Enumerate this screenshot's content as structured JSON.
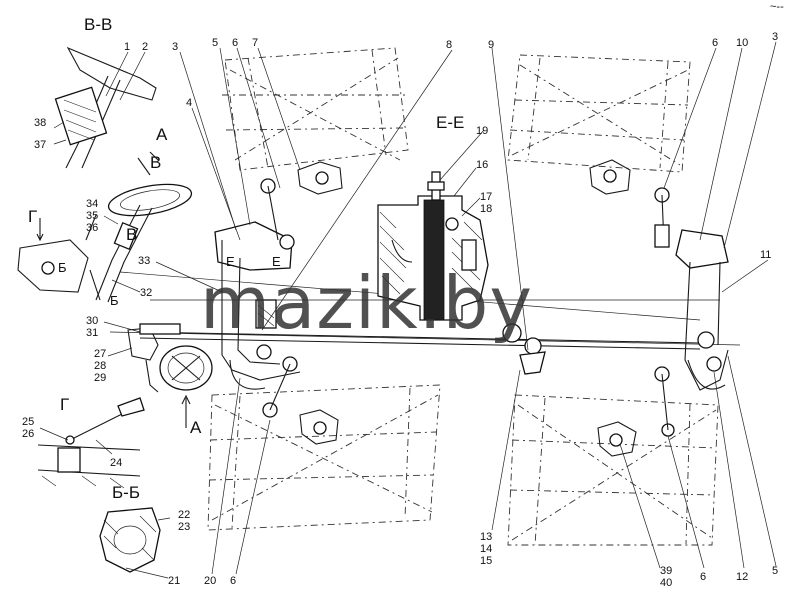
{
  "corner_mark": "~--",
  "watermark": "mazik.by",
  "sections": {
    "vv": "В-В",
    "ee": "Е-Е",
    "bb": "Б-Б",
    "g": "Г",
    "a_top": "А",
    "a_bottom": "А",
    "v_mark": "В",
    "v_label": "В",
    "g_arrow": "Г",
    "b_left": "Б",
    "b_left2": "Б",
    "e_left": "Е",
    "e_right": "Е"
  },
  "callouts": {
    "n1": "1",
    "n2": "2",
    "n3a": "3",
    "n5a": "5",
    "n6a": "6",
    "n7": "7",
    "n4": "4",
    "n8": "8",
    "n9": "9",
    "n6b": "6",
    "n10": "10",
    "n3b": "3",
    "n38": "38",
    "n37": "37",
    "n19": "19",
    "n16": "16",
    "n17": "17",
    "n18": "18",
    "n34": "34",
    "n35": "35",
    "n36": "36",
    "n33": "33",
    "n32": "32",
    "n11": "11",
    "n30": "30",
    "n31": "31",
    "n27": "27",
    "n28": "28",
    "n29": "29",
    "n25": "25",
    "n26": "26",
    "n24": "24",
    "n22": "22",
    "n23": "23",
    "n21": "21",
    "n20": "20",
    "n6c": "6",
    "n13": "13",
    "n14": "14",
    "n15": "15",
    "n39": "39",
    "n40": "40",
    "n6d": "6",
    "n12": "12",
    "n5b": "5"
  }
}
